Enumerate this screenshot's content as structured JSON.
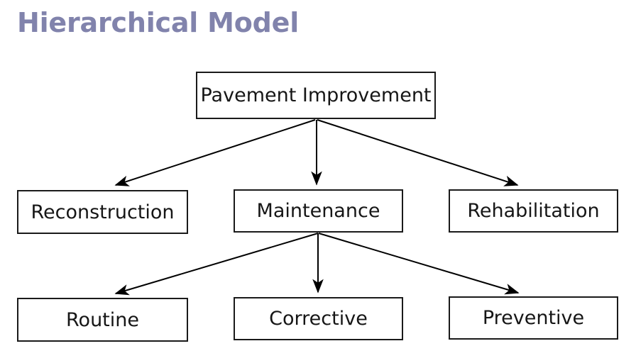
{
  "page": {
    "title": "Hierarchical Model",
    "background_color": "#ffffff",
    "title_color": "#8183ac",
    "node_border_color": "#1a1a1a",
    "node_fill_color": "#ffffff",
    "node_text_color": "#161616",
    "arrow_color": "#000000"
  },
  "diagram": {
    "type": "hierarchy-tree",
    "levels": [
      {
        "level": 1,
        "nodes": [
          {
            "id": "root",
            "label": "Pavement Improvement"
          }
        ]
      },
      {
        "level": 2,
        "nodes": [
          {
            "id": "reconstruction",
            "label": "Reconstruction"
          },
          {
            "id": "maintenance",
            "label": "Maintenance"
          },
          {
            "id": "rehabilitation",
            "label": "Rehabilitation"
          }
        ]
      },
      {
        "level": 3,
        "nodes": [
          {
            "id": "routine",
            "label": "Routine"
          },
          {
            "id": "corrective",
            "label": "Corrective"
          },
          {
            "id": "preventive",
            "label": "Preventive"
          }
        ]
      }
    ],
    "edges": [
      {
        "from": "root",
        "to": "reconstruction"
      },
      {
        "from": "root",
        "to": "maintenance"
      },
      {
        "from": "root",
        "to": "rehabilitation"
      },
      {
        "from": "maintenance",
        "to": "routine"
      },
      {
        "from": "maintenance",
        "to": "corrective"
      },
      {
        "from": "maintenance",
        "to": "preventive"
      }
    ]
  }
}
